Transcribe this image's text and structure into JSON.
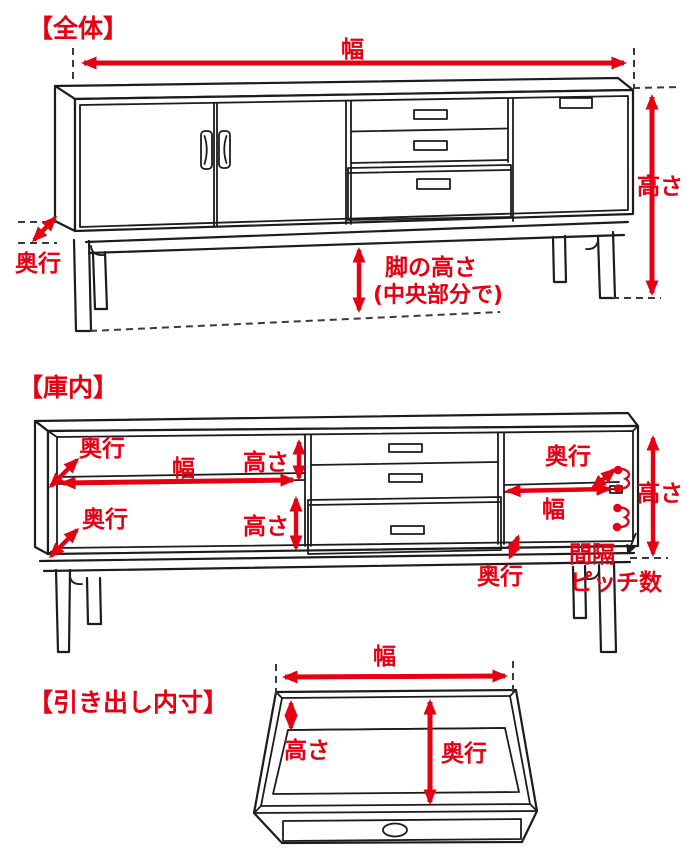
{
  "colors": {
    "accent_red": "#e50012",
    "line_black": "#1c1c1c",
    "dashed_gray": "#3a3a3a",
    "background": "#ffffff"
  },
  "sections": {
    "overall": {
      "title": "【全体】",
      "labels": {
        "width": "幅",
        "height": "高さ",
        "depth": "奥行",
        "leg_height_line1": "脚の高さ",
        "leg_height_line2": "(中央部分で)"
      }
    },
    "interior": {
      "title": "【庫内】",
      "labels": {
        "depth_upper_left": "奥行",
        "width_left": "幅",
        "height_upper_left": "高さ",
        "depth_lower_left": "奥行",
        "height_lower_left": "高さ",
        "depth_right": "奥行",
        "width_right": "幅",
        "height_right": "高さ",
        "spacing": "間隔",
        "pitch_count": "ピッチ数",
        "depth_bottom": "奥行"
      }
    },
    "drawer": {
      "title": "【引き出し内寸】",
      "labels": {
        "width": "幅",
        "height": "高さ",
        "depth": "奥行"
      }
    }
  }
}
